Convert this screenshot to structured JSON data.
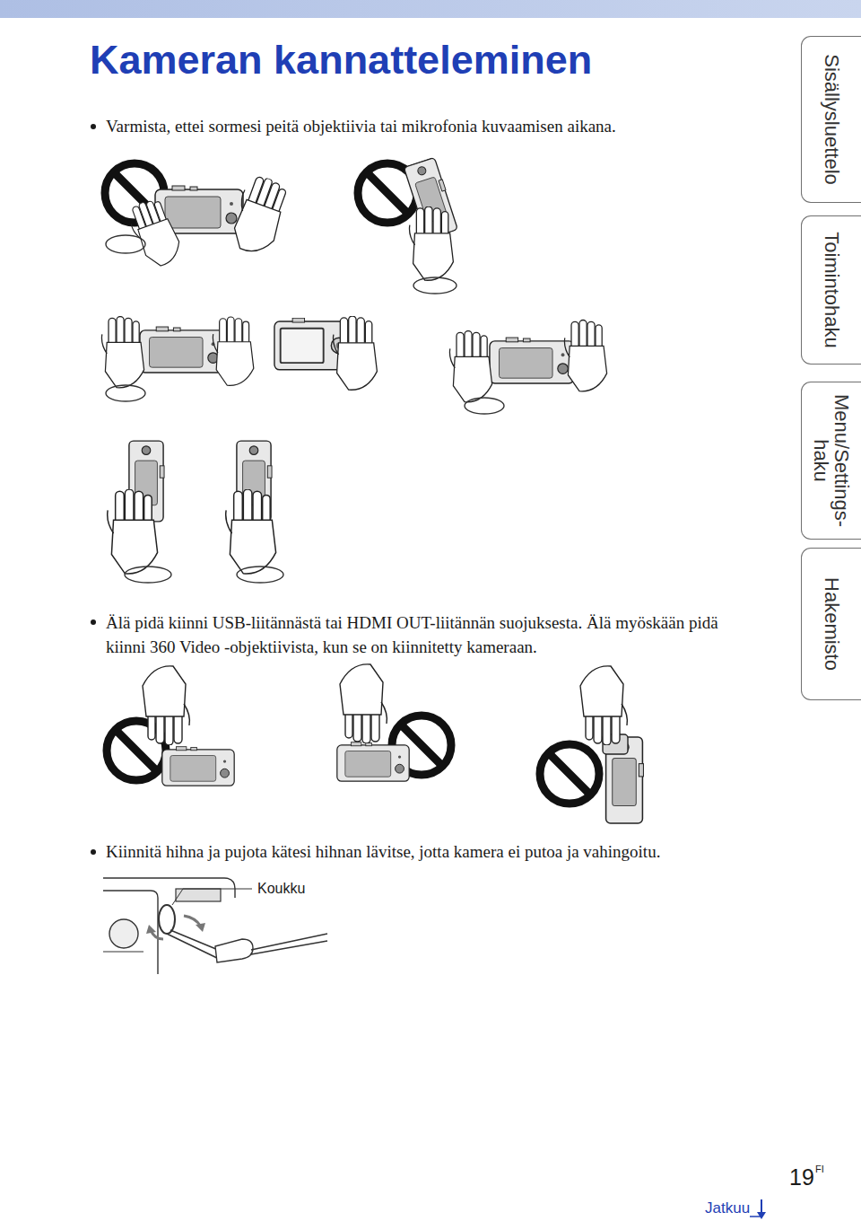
{
  "diagram": {
    "title": "Kameran kannatteleminen",
    "nodes": [
      {
        "text": [
          "Sisällysluettelo"
        ]
      },
      {
        "text": [
          "Toimintohaku"
        ]
      },
      {
        "text": [
          "Menu/Settings- haku"
        ]
      },
      {
        "text": [
          "Hakemisto"
        ]
      }
    ],
    "labels": [
      "Varmista, ettei sormesi peitä objektiivia tai mikrofonia kuvaamisen aikana.",
      "Älä pidä kiinni USB-liitännästä tai HDMI OUT-liitännän suojuksesta. Älä myöskään pidä kiinni 360 Video -objektiivista, kun se on kiinnitetty kameraan.",
      "Kiinnitä hihna ja pujota kätesi hihnan lävitse, jotta kamera ei putoa ja vahingoitu.",
      "Koukku",
      "19",
      "FI",
      "Jatkuu"
    ]
  }
}
